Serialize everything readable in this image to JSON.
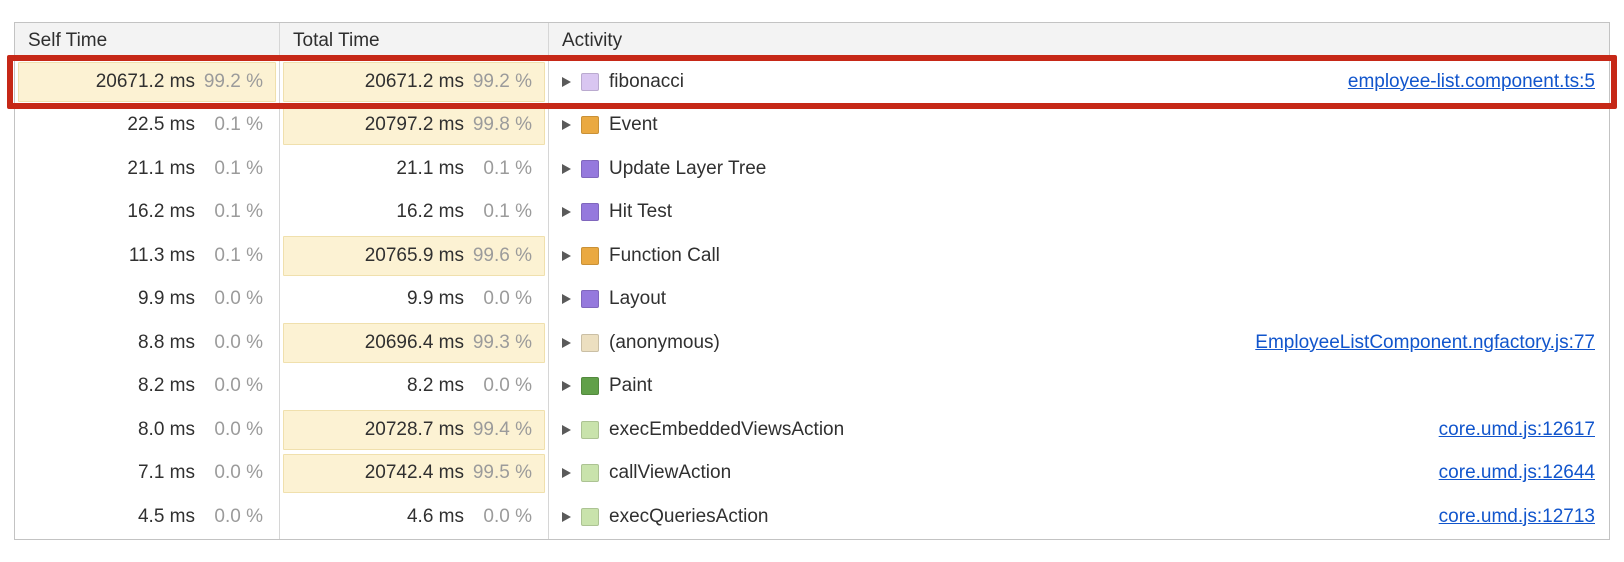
{
  "header": {
    "self": "Self Time",
    "total": "Total Time",
    "activity": "Activity"
  },
  "colors": {
    "highlight_bg": "#fcf2d3",
    "highlight_border": "#f0e0ad",
    "link": "#1155cc",
    "annotation": "#c62817",
    "percent_text": "#9b9b9b",
    "header_bg": "#f3f3f3",
    "border": "#c3c3c3",
    "divider": "#d6d6d6",
    "text": "#303030"
  },
  "rows": [
    {
      "self_ms": "20671.2 ms",
      "self_pct": "99.2 %",
      "self_hl": true,
      "total_ms": "20671.2 ms",
      "total_pct": "99.2 %",
      "total_hl": true,
      "icon": "#d9c6f1",
      "icon_name": "scripting-frame-icon",
      "label": "fibonacci",
      "link": "employee-list.component.ts:5",
      "annotated": true
    },
    {
      "self_ms": "22.5 ms",
      "self_pct": "0.1 %",
      "self_hl": false,
      "total_ms": "20797.2 ms",
      "total_pct": "99.8 %",
      "total_hl": true,
      "icon": "#eaa941",
      "icon_name": "scripting-event-icon",
      "label": "Event",
      "link": ""
    },
    {
      "self_ms": "21.1 ms",
      "self_pct": "0.1 %",
      "self_hl": false,
      "total_ms": "21.1 ms",
      "total_pct": "0.1 %",
      "total_hl": false,
      "icon": "#9579dd",
      "icon_name": "rendering-icon",
      "label": "Update Layer Tree",
      "link": ""
    },
    {
      "self_ms": "16.2 ms",
      "self_pct": "0.1 %",
      "self_hl": false,
      "total_ms": "16.2 ms",
      "total_pct": "0.1 %",
      "total_hl": false,
      "icon": "#9579dd",
      "icon_name": "rendering-icon",
      "label": "Hit Test",
      "link": ""
    },
    {
      "self_ms": "11.3 ms",
      "self_pct": "0.1 %",
      "self_hl": false,
      "total_ms": "20765.9 ms",
      "total_pct": "99.6 %",
      "total_hl": true,
      "icon": "#eaa941",
      "icon_name": "scripting-event-icon",
      "label": "Function Call",
      "link": ""
    },
    {
      "self_ms": "9.9 ms",
      "self_pct": "0.0 %",
      "self_hl": false,
      "total_ms": "9.9 ms",
      "total_pct": "0.0 %",
      "total_hl": false,
      "icon": "#9579dd",
      "icon_name": "rendering-icon",
      "label": "Layout",
      "link": ""
    },
    {
      "self_ms": "8.8 ms",
      "self_pct": "0.0 %",
      "self_hl": false,
      "total_ms": "20696.4 ms",
      "total_pct": "99.3 %",
      "total_hl": true,
      "icon": "#ecdfc0",
      "icon_name": "scripting-frame-icon",
      "label": "(anonymous)",
      "link": "EmployeeListComponent.ngfactory.js:77"
    },
    {
      "self_ms": "8.2 ms",
      "self_pct": "0.0 %",
      "self_hl": false,
      "total_ms": "8.2 ms",
      "total_pct": "0.0 %",
      "total_hl": false,
      "icon": "#61a049",
      "icon_name": "painting-icon",
      "label": "Paint",
      "link": ""
    },
    {
      "self_ms": "8.0 ms",
      "self_pct": "0.0 %",
      "self_hl": false,
      "total_ms": "20728.7 ms",
      "total_pct": "99.4 %",
      "total_hl": true,
      "icon": "#c9e3ac",
      "icon_name": "scripting-frame-icon",
      "label": "execEmbeddedViewsAction",
      "link": "core.umd.js:12617"
    },
    {
      "self_ms": "7.1 ms",
      "self_pct": "0.0 %",
      "self_hl": false,
      "total_ms": "20742.4 ms",
      "total_pct": "99.5 %",
      "total_hl": true,
      "icon": "#c9e3ac",
      "icon_name": "scripting-frame-icon",
      "label": "callViewAction",
      "link": "core.umd.js:12644"
    },
    {
      "self_ms": "4.5 ms",
      "self_pct": "0.0 %",
      "self_hl": false,
      "total_ms": "4.6 ms",
      "total_pct": "0.0 %",
      "total_hl": false,
      "icon": "#c9e3ac",
      "icon_name": "scripting-frame-icon",
      "label": "execQueriesAction",
      "link": "core.umd.js:12713"
    }
  ]
}
